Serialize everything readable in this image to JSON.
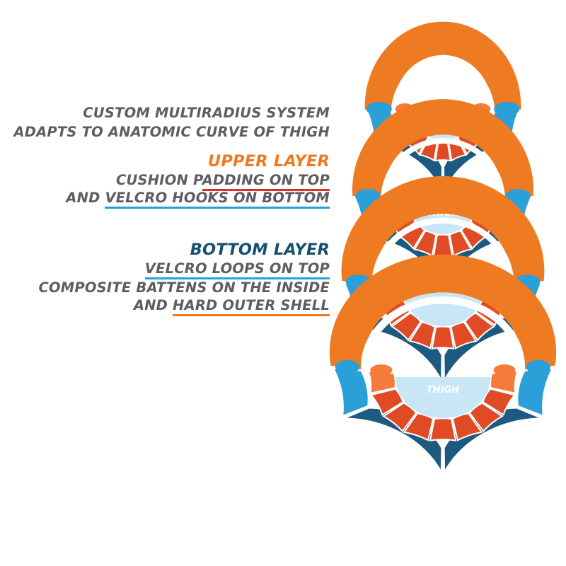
{
  "description_lines": {
    "line1": "CUSTOM MULTIRADIUS SYSTEM",
    "line2": "ADAPTS TO ANATOMIC CURVE OF THIGH"
  },
  "upper_layer": {
    "heading": "UPPER LAYER",
    "line1_a": "CUSHION P",
    "line1_b": "ADDING ON TOP",
    "line2_a": "AND ",
    "line2_b": "VELCRO HOOKS ON BOTTOM"
  },
  "bottom_layer": {
    "heading": "BOTTOM LAYER",
    "line1": "VELCRO LOOPS ON TOP",
    "line2": "COMPOSITE BATTENS ON THE INSIDE",
    "line3_a": "AND ",
    "line3_b": "HARD OUTER SHELL"
  },
  "thigh_label": "THIGH",
  "colors": {
    "text_gray": "#5e5e60",
    "upper_orange": "#ee7a22",
    "bottom_navy": "#16506f",
    "underline_red": "#d6332b",
    "underline_blue": "#1fa6d9",
    "underline_orange": "#ee7a22",
    "shell_dark": "#1d5a80",
    "shell_light": "#2a9fd8",
    "pad_dark": "#e04a24",
    "pad_light": "#f47b3a",
    "thigh_fill": "#c8e6f6",
    "thigh_text": "#ffffff"
  },
  "diagrams": [
    {
      "name": "braces-tight-radius"
    },
    {
      "name": "braces-medium-radius"
    },
    {
      "name": "braces-wide-radius"
    },
    {
      "name": "braces-widest-radius"
    }
  ]
}
